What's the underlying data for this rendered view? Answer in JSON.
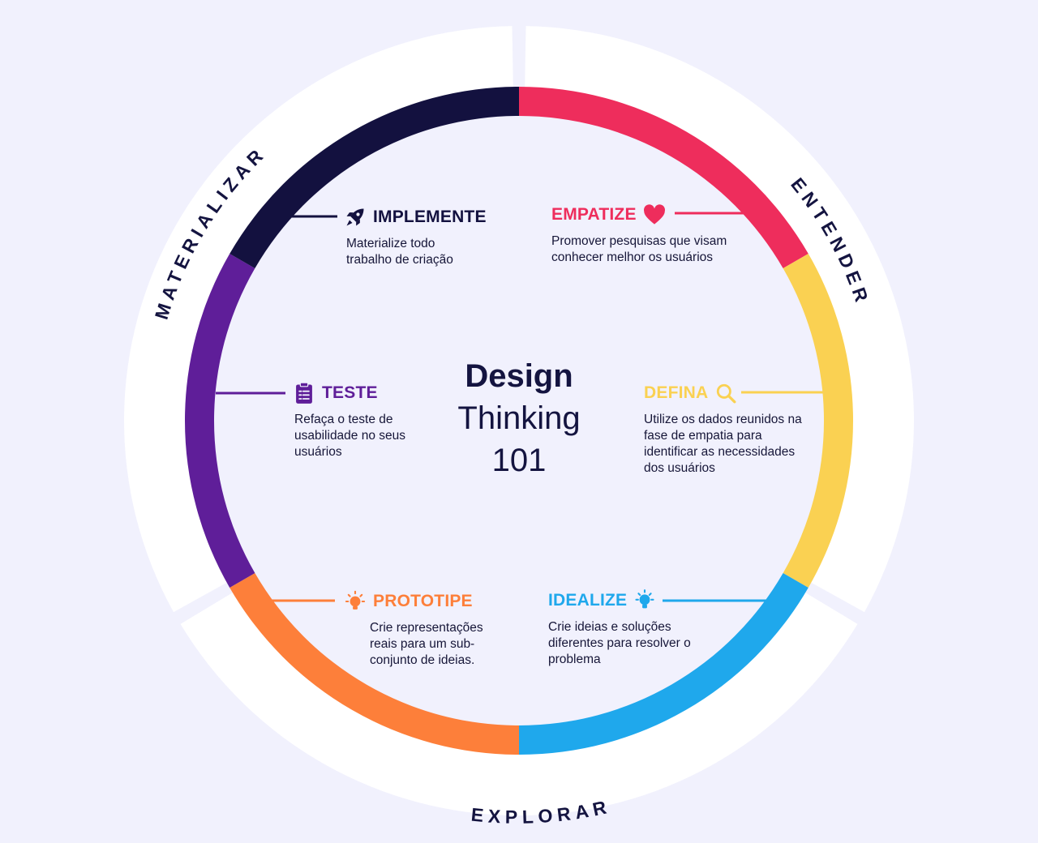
{
  "center": {
    "line1": "Design",
    "line2": "Thinking",
    "line3": "101"
  },
  "phases": [
    {
      "id": "entender",
      "label": "ENTENDER"
    },
    {
      "id": "explorar",
      "label": "EXPLORAR"
    },
    {
      "id": "materializar",
      "label": "MATERIALIZAR"
    }
  ],
  "steps": [
    {
      "id": "empatize",
      "title": "EMPATIZE",
      "description": "Promover pesquisas que visam conhecer melhor os usuários",
      "color": "#ee2d5c",
      "icon": "heart-icon"
    },
    {
      "id": "defina",
      "title": "DEFINA",
      "description": "Utilize os dados reunidos na fase de empatia para identificar as necessidades dos usuários",
      "color": "#fad152",
      "icon": "magnifier-icon"
    },
    {
      "id": "idealize",
      "title": "IDEALIZE",
      "description": "Crie ideias e soluções diferentes para resolver o problema",
      "color": "#1fa8ec",
      "icon": "lightbulb-icon"
    },
    {
      "id": "prototipe",
      "title": "PROTOTIPE",
      "description": "Crie representações reais para um sub-conjunto de ideias.",
      "color": "#fd7f3a",
      "icon": "bulb-idea-icon"
    },
    {
      "id": "teste",
      "title": "TESTE",
      "description": "Refaça o teste de usabilidade no seus usuários",
      "color": "#5f1e99",
      "icon": "clipboard-icon"
    },
    {
      "id": "implemente",
      "title": "IMPLEMENTE",
      "description": "Materialize todo trabalho de criação",
      "color": "#13113f",
      "icon": "rocket-icon"
    }
  ]
}
